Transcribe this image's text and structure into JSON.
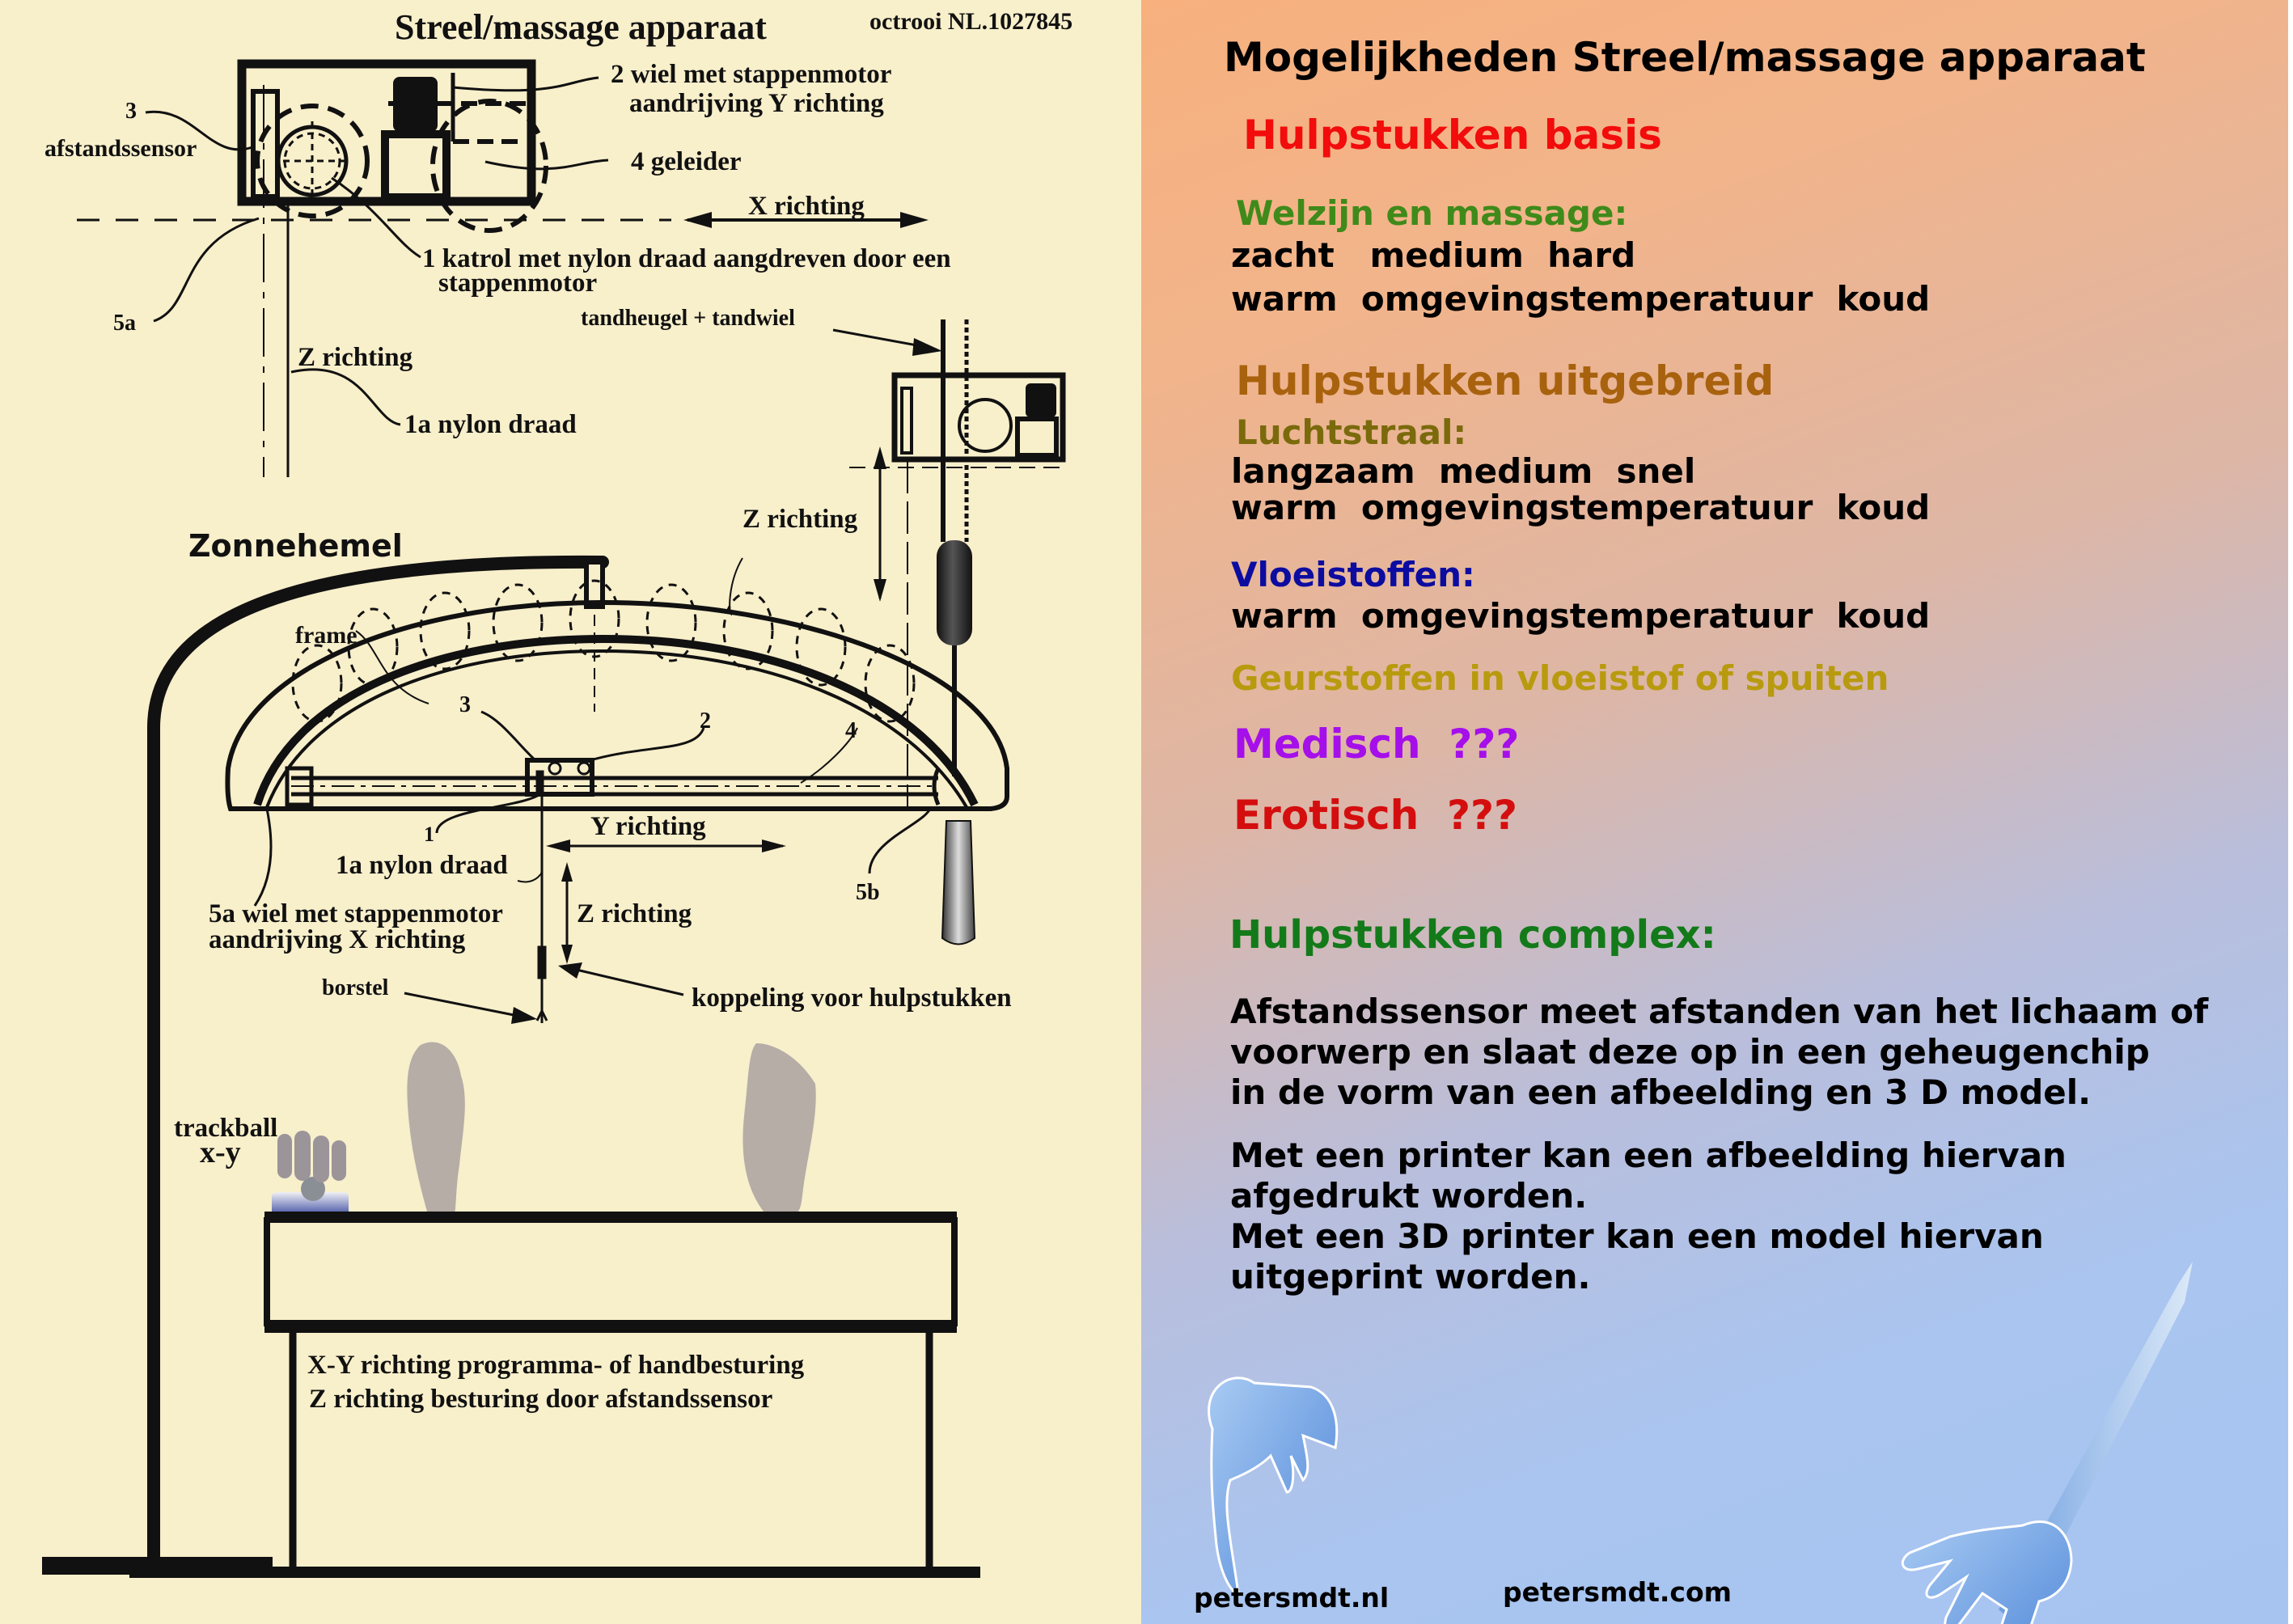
{
  "left_panel": {
    "title": "Streel/massage apparaat",
    "patent": "octrooi NL.1027845",
    "labels": {
      "wheel_y": [
        "2 wiel met stappenmotor",
        "aandrijving Y richting"
      ],
      "sensor_num": "3",
      "sensor": "afstandssensor",
      "guide": "4 geleider",
      "x_direction": "X richting",
      "pulley": [
        "1 katrol met nylon draad aangdreven door een",
        "stappenmotor"
      ],
      "wheel_5a": "5a",
      "z_direction_top": "Z richting",
      "rack": "tandheugel + tandwiel",
      "nylon_top": "1a nylon draad",
      "sunbed": "Zonnehemel",
      "z_direction_right": "Z richting",
      "frame": "frame",
      "num_3": "3",
      "num_2": "2",
      "num_4": "4",
      "num_1": "1",
      "y_direction": "Y richting",
      "nylon_bottom": "1a nylon draad",
      "wheel_x": [
        "5a wiel met stappenmotor",
        "aandrijving X richting"
      ],
      "z_direction_bottom": "Z richting",
      "num_5b": "5b",
      "brush": "borstel",
      "coupling": "koppeling voor hulpstukken",
      "trackball": [
        "trackball",
        "x-y"
      ],
      "control": [
        "X-Y richting programma- of handbesturing",
        "Z richting besturing door afstandssensor"
      ]
    },
    "colors": {
      "background": "#F8EFCB",
      "ink": "#111111",
      "foot": "#B5ADA6"
    }
  },
  "right_panel": {
    "title": "Mogelijkheden Streel/massage apparaat",
    "basis": {
      "heading": "Hulpstukken basis",
      "color": "#F20C0C"
    },
    "welzijn": {
      "heading": "Welzijn en massage:",
      "color": "#3F8A1A",
      "lines": [
        "zacht   medium  hard",
        "warm  omgevingstemperatuur  koud"
      ]
    },
    "uitgebreid": {
      "heading": "Hulpstukken uitgebreid",
      "color": "#A8620E"
    },
    "luchtstraal": {
      "heading": "Luchtstraal:",
      "color": "#7A6A0C",
      "lines": [
        "langzaam  medium  snel",
        "warm  omgevingstemperatuur  koud"
      ]
    },
    "vloeistoffen": {
      "heading": "Vloeistoffen:",
      "color": "#0C0CA0",
      "lines": [
        "warm  omgevingstemperatuur  koud"
      ]
    },
    "geur": {
      "heading": "Geurstoffen in vloeistof of spuiten",
      "color": "#B89A0E"
    },
    "medisch": {
      "heading": "Medisch  ???",
      "color": "#A50FEA"
    },
    "erotisch": {
      "heading": "Erotisch  ???",
      "color": "#D40E0E"
    },
    "complex": {
      "heading": "Hulpstukken complex:",
      "color": "#137A1A",
      "paragraph1": [
        "Afstandssensor meet afstanden van het lichaam of",
        "voorwerp en slaat deze op in een geheugenchip",
        "in de vorm van een afbeelding en 3 D model."
      ],
      "paragraph2": [
        "Met een printer kan een afbeelding hiervan",
        "afgedrukt worden.",
        "Met een 3D printer kan een model hiervan",
        "uitgeprint worden."
      ]
    },
    "links": [
      "petersmdt.nl",
      "petersmdt.com"
    ],
    "colors": {
      "gradient_start": "#F7B07E",
      "gradient_end": "#A9C5F0",
      "hand": "#6E9FE0"
    }
  }
}
